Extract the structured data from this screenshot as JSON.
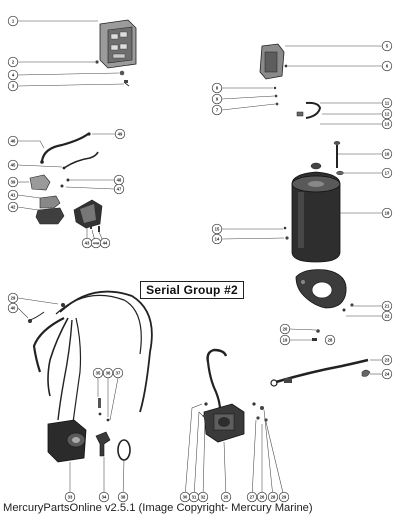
{
  "banner": "Serial Group #2",
  "footer": "MercuryPartsOnline v2.5.1 (Image Copyright- Mercury Marine)",
  "callouts": {
    "c1": "1",
    "c2": "2",
    "c4": "4",
    "c3": "3",
    "c5": "5",
    "c6": "6",
    "c8": "8",
    "c9": "9",
    "c7": "7",
    "c11": "11",
    "c12": "12",
    "c13": "13",
    "c46": "46",
    "c45": "45",
    "c49": "49",
    "c39": "39",
    "c41": "41",
    "c42": "42",
    "c48": "48",
    "c47": "47",
    "c43": "43",
    "c44a": "44A",
    "c44": "44",
    "c16": "16",
    "c17": "17",
    "c18": "18",
    "c15": "15",
    "c14": "14",
    "c21": "21",
    "c22": "22",
    "c20": "20",
    "c19": "19",
    "c28": "28",
    "c29": "29",
    "c40": "40",
    "c35": "35",
    "c36": "36",
    "c37": "37",
    "c23": "23",
    "c24": "24",
    "c33": "33",
    "c34": "34",
    "c38": "38",
    "c30": "30",
    "c31": "31",
    "c32": "32",
    "c25": "25",
    "c27": "27",
    "c26": "26",
    "c28b": "28",
    "c29b": "29"
  }
}
